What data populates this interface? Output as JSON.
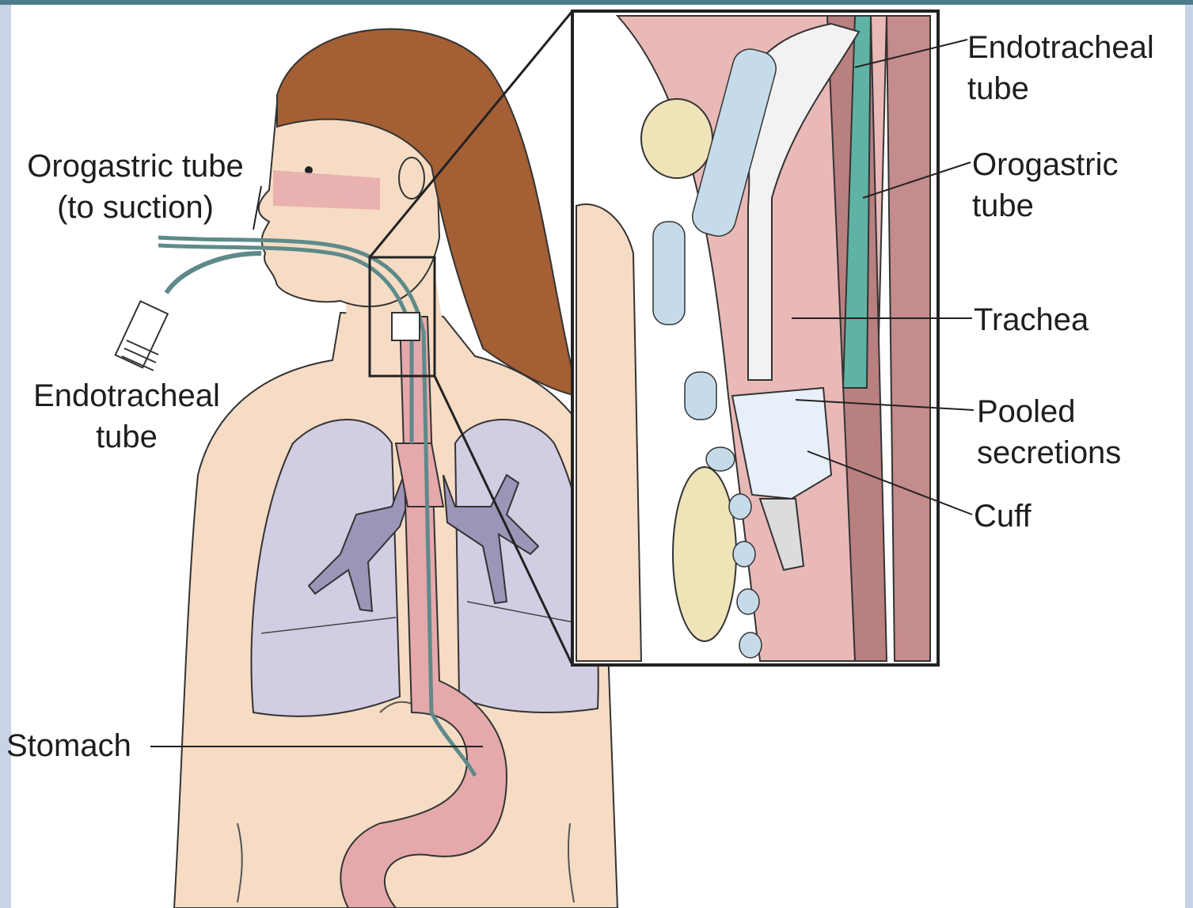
{
  "labels": {
    "orogastric_left": "Orogastric tube\n(to suction)",
    "endotracheal_left": "Endotracheal\ntube",
    "stomach": "Stomach",
    "endotracheal_right": "Endotracheal\ntube",
    "orogastric_right": "Orogastric\ntube",
    "trachea": "Trachea",
    "pooled_secretions": "Pooled\nsecretions",
    "cuff": "Cuff"
  },
  "colors": {
    "skin": "#f6dcc4",
    "hair": "#a45f34",
    "lung": "#d3cde3",
    "bronchi": "#9d95b8",
    "esophagus": "#e6a9ab",
    "tube": "#5e8a8a",
    "cartilage": "#c5dbe9",
    "muscle": "#b98080",
    "ot_tube_inset": "#5fb3a4",
    "frame_bar": "#4d7d8c",
    "side_bar": "#c9d3e6"
  }
}
